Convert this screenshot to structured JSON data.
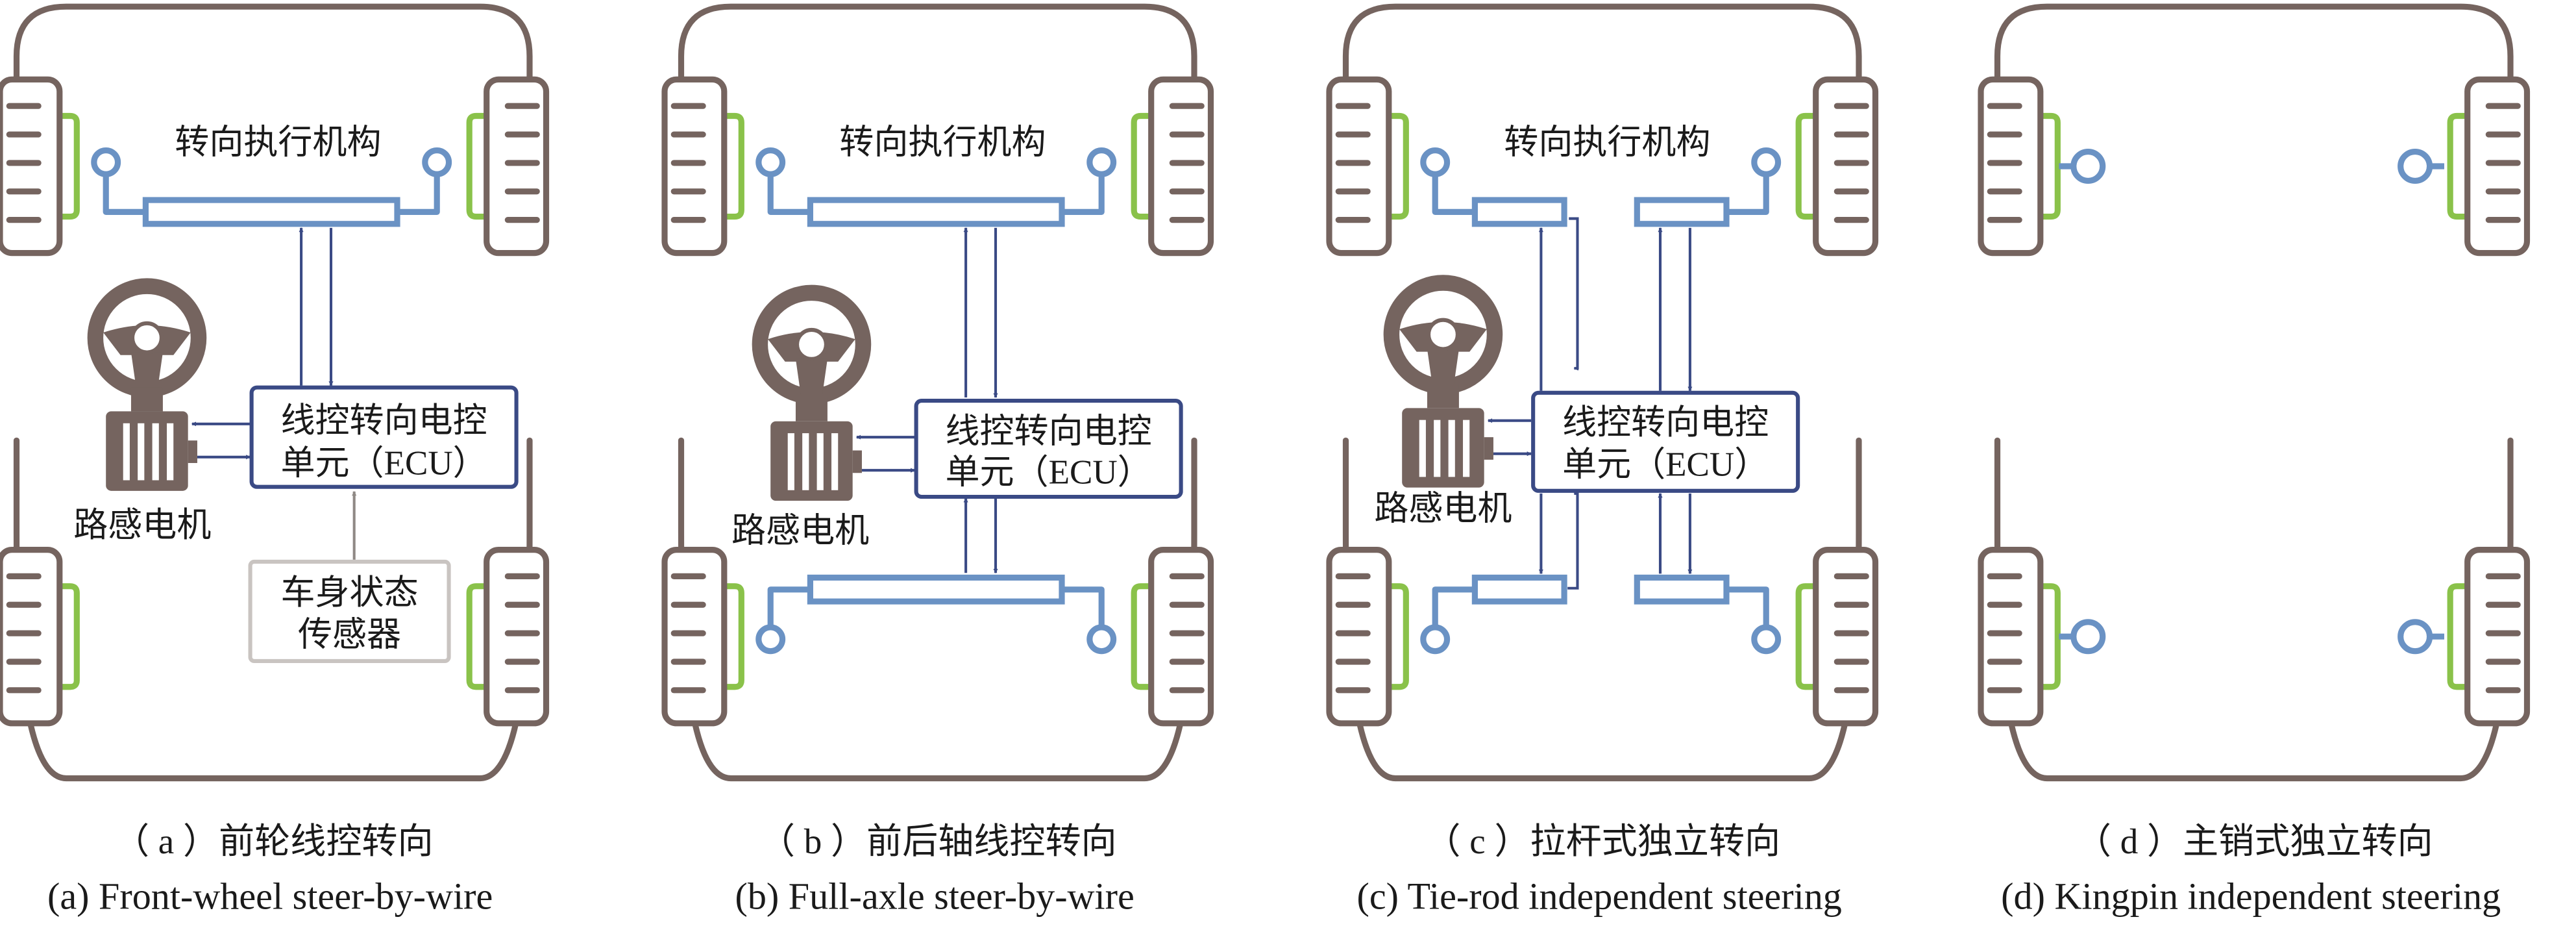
{
  "panels": [
    {
      "id": "a",
      "actuator_label": "转向执行机构",
      "ecu_line1": "线控转向电控",
      "ecu_line2": "单元（ECU）",
      "motor_label": "路感电机",
      "sensor_line1": "车身状态",
      "sensor_line2": "传感器",
      "title_cn": "（ a ）前轮线控转向",
      "title_en": "(a) Front-wheel steer-by-wire"
    },
    {
      "id": "b",
      "actuator_label": "转向执行机构",
      "ecu_line1": "线控转向电控",
      "ecu_line2": "单元（ECU）",
      "motor_label": "路感电机",
      "title_cn": "（ b ）前后轴线控转向",
      "title_en": "(b) Full-axle steer-by-wire"
    },
    {
      "id": "c",
      "actuator_label": "转向执行机构",
      "ecu_line1": "线控转向电控",
      "ecu_line2": "单元（ECU）",
      "motor_label": "路感电机",
      "title_cn": "（ c ）拉杆式独立转向",
      "title_en": "(c) Tie-rod independent steering"
    },
    {
      "id": "d",
      "title_cn": "（ d ）主销式独立转向",
      "title_en": "(d) Kingpin independent steering"
    }
  ],
  "colors": {
    "body_outline": "#75645f",
    "wheel_mount": "#8ac24a",
    "steering_linkage": "#6a92c4",
    "signal_arrows": "#3a4a85",
    "sensor_box": "#c9c4c1"
  }
}
